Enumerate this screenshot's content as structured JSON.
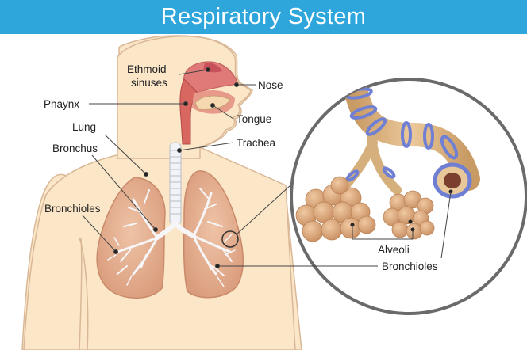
{
  "title": "Respiratory System",
  "labels": {
    "ethmoid_line1": "Ethmoid",
    "ethmoid_line2": "sinuses",
    "nose": "Nose",
    "pharynx": "Phaynx",
    "tongue": "Tongue",
    "lung": "Lung",
    "trachea": "Trachea",
    "bronchus": "Bronchus",
    "bronchioles_left": "Bronchioles",
    "alveoli": "Alveoli",
    "bronchioles_right": "Bronchioles"
  },
  "colors": {
    "banner": "#2ea6dc",
    "skin": "#fbe6c8",
    "lung": "#e2aa8a",
    "airway": "#d8675f",
    "bronchiole_tube": "#d6b07c",
    "cartilage_ring": "#6f7fd4",
    "alveoli": "#d9a77b"
  }
}
